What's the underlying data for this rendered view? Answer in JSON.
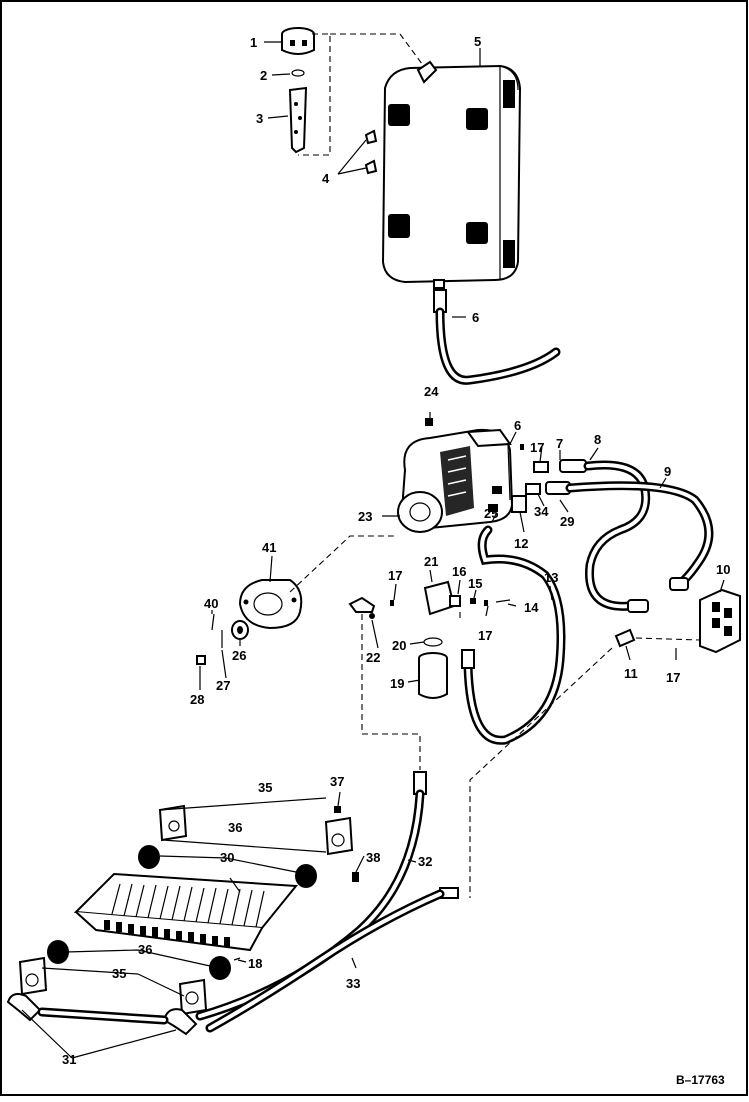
{
  "figure": {
    "ref_code": "B–17763"
  },
  "callouts": {
    "c1": "1",
    "c2": "2",
    "c3": "3",
    "c4": "4",
    "c5": "5",
    "c6a": "6",
    "c6b": "6",
    "c7": "7",
    "c8": "8",
    "c9": "9",
    "c10": "10",
    "c11": "11",
    "c12": "12",
    "c13": "13",
    "c14": "14",
    "c15": "15",
    "c16": "16",
    "c17a": "17",
    "c17b": "17",
    "c17c": "17",
    "c17d": "17",
    "c18": "18",
    "c19": "19",
    "c20": "20",
    "c21": "21",
    "c22": "22",
    "c23": "23",
    "c24": "24",
    "c25": "25",
    "c26": "26",
    "c27": "27",
    "c28": "28",
    "c29": "29",
    "c30": "30",
    "c31": "31",
    "c32": "32",
    "c33": "33",
    "c34": "34",
    "c35a": "35",
    "c35b": "35",
    "c36a": "36",
    "c36b": "36",
    "c37": "37",
    "c38": "38",
    "c40": "40",
    "c41": "41"
  }
}
